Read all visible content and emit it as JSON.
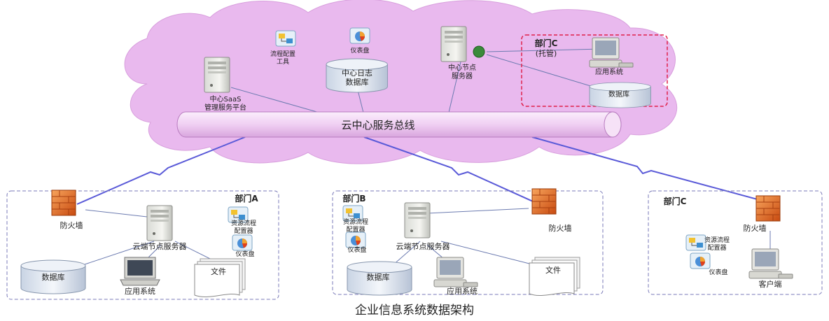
{
  "title": "企业信息系统数据架构",
  "cloud": {
    "bus_label": "云中心服务总线",
    "saas_platform": [
      "中心SaaS",
      "管理服务平台"
    ],
    "process_tool": [
      "流程配置",
      "工具"
    ],
    "dashboard": "仪表盘",
    "log_db": [
      "中心日志",
      "数据库"
    ],
    "central_server": [
      "中心节点",
      "服务器"
    ],
    "dept_c_hosted": {
      "title": "部门C",
      "note": "(托管)",
      "app_system": "应用系统",
      "database": "数据库"
    }
  },
  "dept_a": {
    "title": "部门A",
    "firewall": "防火墙",
    "server": "云端节点服务器",
    "resource_tool": [
      "资源流程",
      "配置器"
    ],
    "dashboard": "仪表盘",
    "database": "数据库",
    "app_system": "应用系统",
    "file": "文件"
  },
  "dept_b": {
    "title": "部门B",
    "firewall": "防火墙",
    "server": "云端节点服务器",
    "resource_tool": [
      "资源流程",
      "配置器"
    ],
    "dashboard": "仪表盘",
    "database": "数据库",
    "app_system": "应用系统",
    "file": "文件"
  },
  "dept_c": {
    "title": "部门C",
    "firewall": "防火墙",
    "resource_tool": [
      "资源流程",
      "配置器"
    ],
    "dashboard": "仪表盘",
    "client": "客户端"
  },
  "colors": {
    "cloud": "#e8b4ec",
    "bus": "#f2d6f4",
    "firewall": "#e0661c",
    "title": "#e0201a",
    "link": "#5a5ad8",
    "hosted_box": "#e0204a"
  }
}
